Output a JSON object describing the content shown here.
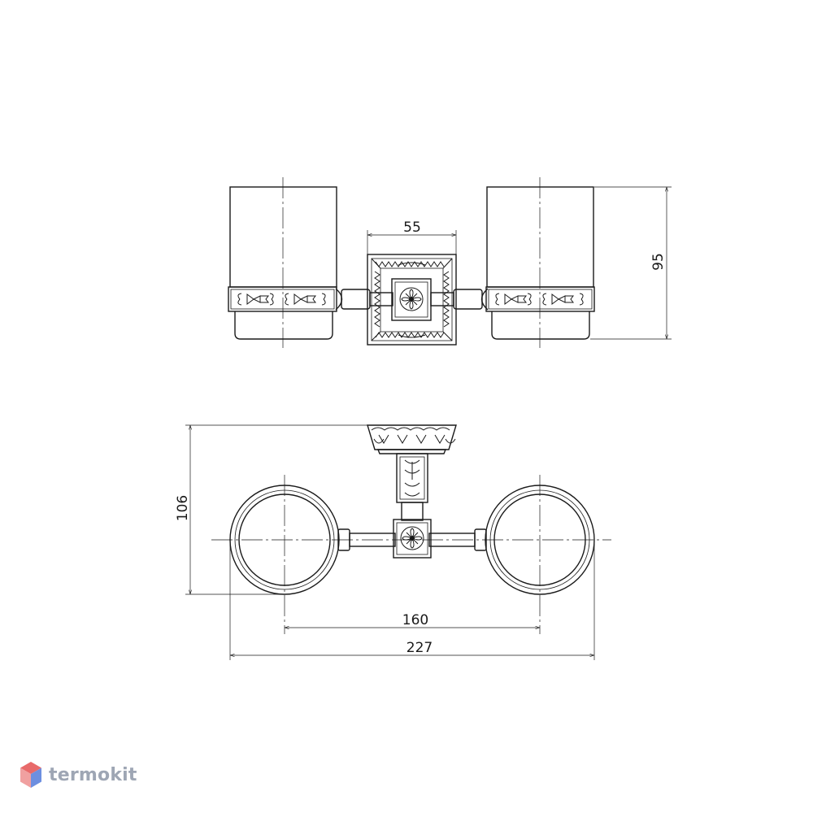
{
  "dimensions": {
    "mount_width": "55",
    "height_front": "95",
    "depth_top": "106",
    "cup_spacing": "160",
    "overall_width": "227"
  },
  "watermark": {
    "label": "termokit",
    "color_primary": "#e86a6a",
    "color_secondary": "#6d8fe0"
  }
}
